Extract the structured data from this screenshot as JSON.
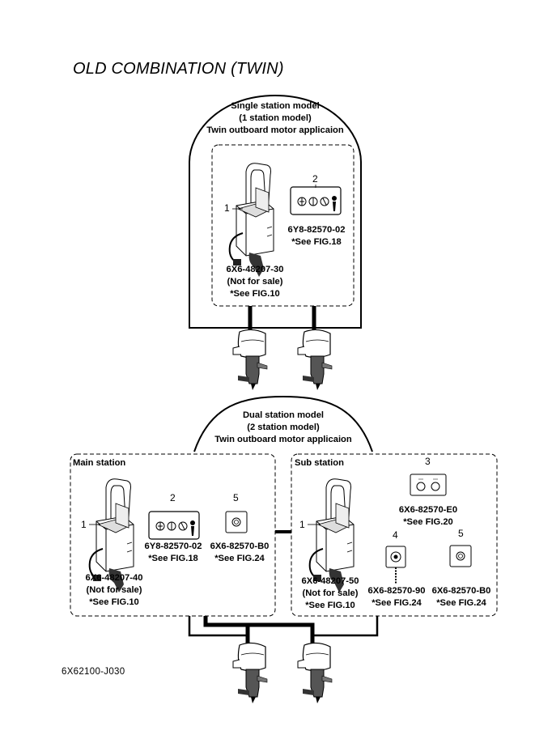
{
  "title": "OLD COMBINATION (TWIN)",
  "single": {
    "heading": [
      "Single station model",
      "(1 station model)",
      "Twin outboard motor applicaion"
    ],
    "item1": {
      "num": "1",
      "part": "6X6-48207-30",
      "note": "(Not for sale)",
      "ref": "*See FIG.10"
    },
    "item2": {
      "num": "2",
      "part": "6Y8-82570-02",
      "ref": "*See FIG.18"
    }
  },
  "dual": {
    "heading": [
      "Dual station model",
      "(2 station model)",
      "Twin outboard motor applicaion"
    ],
    "main": {
      "label": "Main station",
      "item1": {
        "num": "1",
        "part": "6X6-48207-40",
        "note": "(Not for sale)",
        "ref": "*See FIG.10"
      },
      "item2": {
        "num": "2",
        "part": "6Y8-82570-02",
        "ref": "*See FIG.18"
      },
      "item5": {
        "num": "5",
        "part": "6X6-82570-B0",
        "ref": "*See FIG.24"
      }
    },
    "sub": {
      "label": "Sub station",
      "item1": {
        "num": "1",
        "part": "6X6-48207-50",
        "note": "(Not for sale)",
        "ref": "*See FIG.10"
      },
      "item3": {
        "num": "3",
        "part": "6X6-82570-E0",
        "ref": "*See FIG.20"
      },
      "item4": {
        "num": "4",
        "part": "6X6-82570-90",
        "ref": "*See FIG.24"
      },
      "item5": {
        "num": "5",
        "part": "6X6-82570-B0",
        "ref": "*See FIG.24"
      }
    }
  },
  "doc_code": "6X62100-J030"
}
